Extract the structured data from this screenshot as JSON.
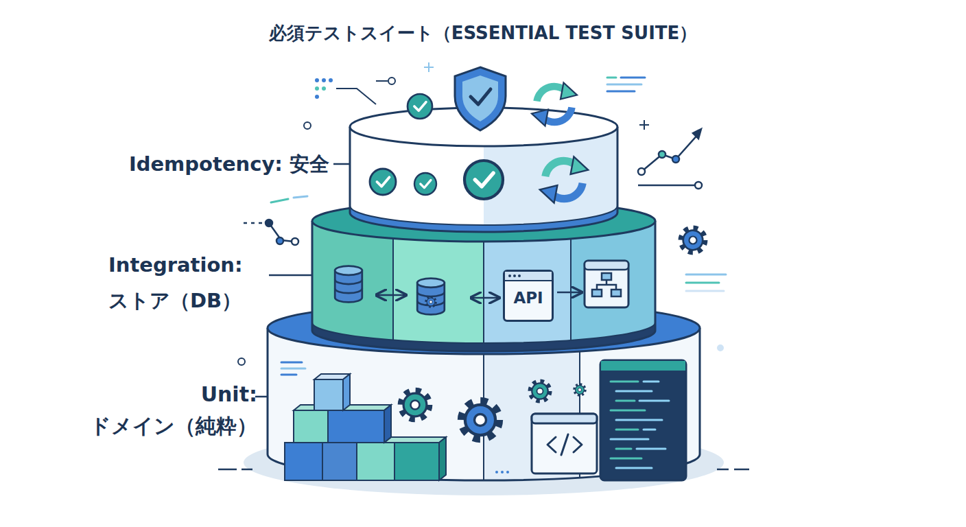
{
  "diagram": {
    "title": "必須テストスイート（ESSENTIAL TEST SUITE）",
    "nodes": [
      {
        "text": [
          "Idempotency: 安全"
        ]
      },
      {
        "text": [
          "Integration: ストア（DB）"
        ]
      },
      {
        "text": [
          "API"
        ],
        "in": 1
      },
      {
        "text": [
          "Unit: ドメイン（純粋）"
        ]
      }
    ]
  }
}
